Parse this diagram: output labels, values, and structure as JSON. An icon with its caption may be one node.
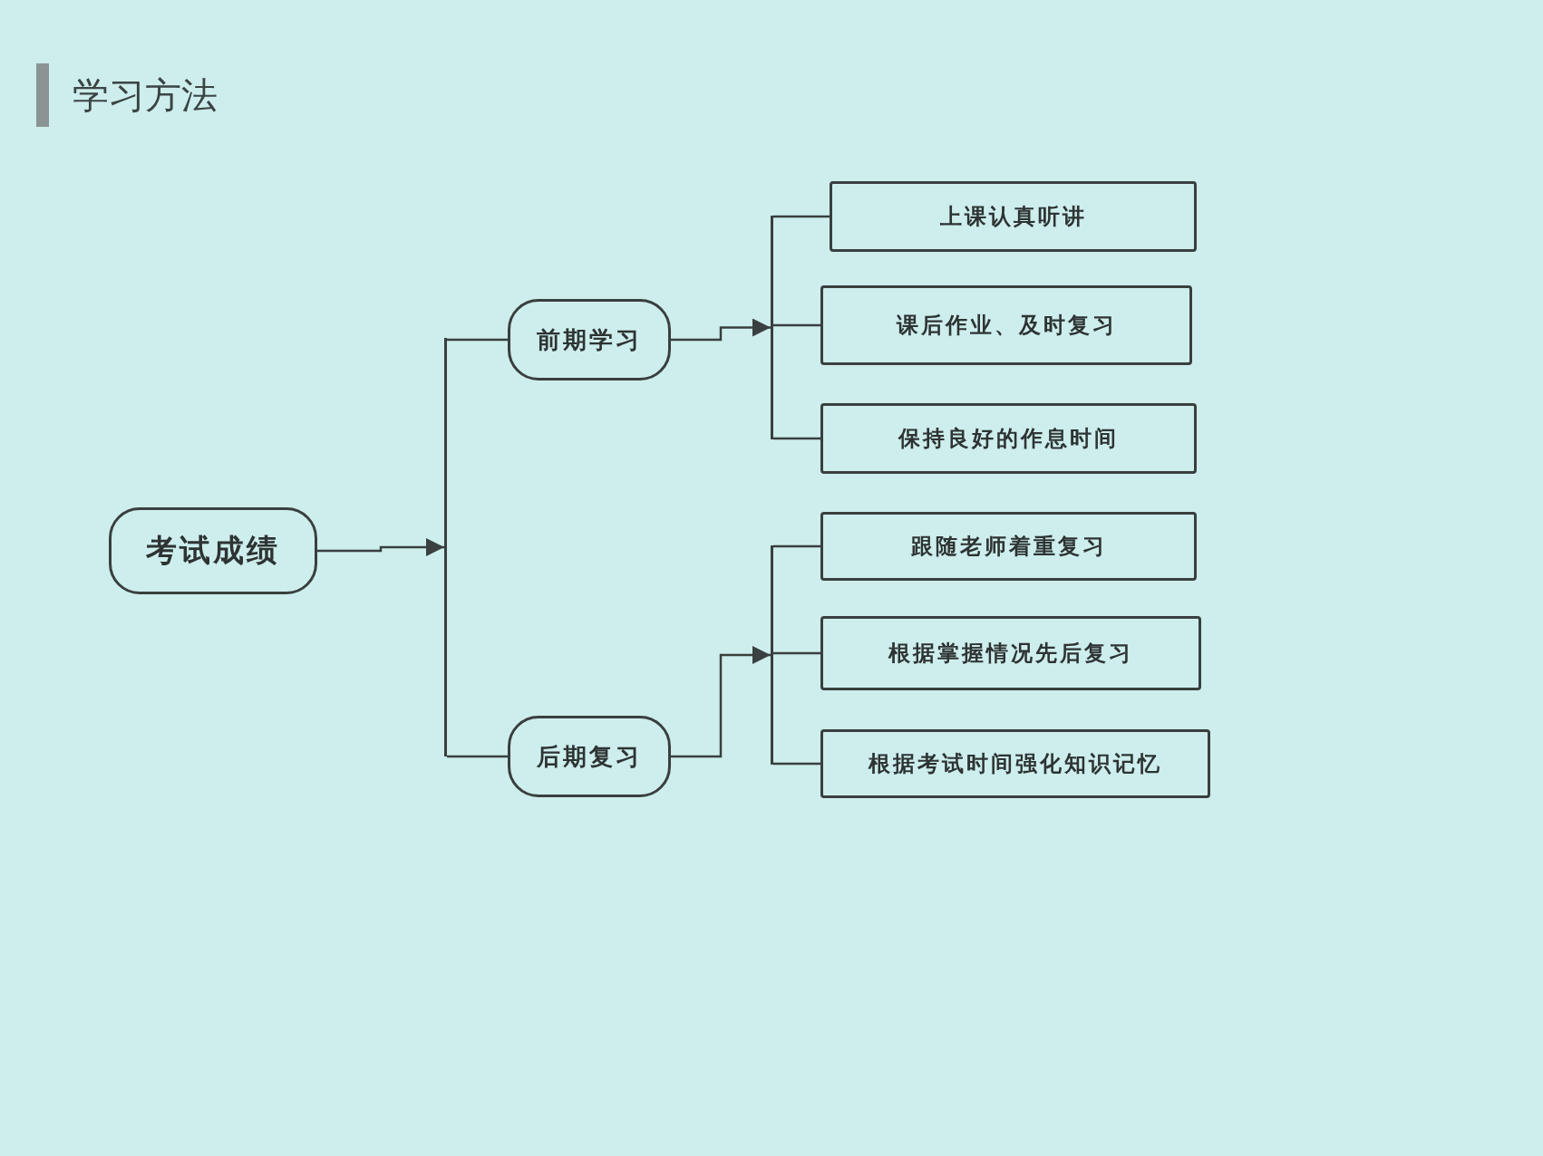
{
  "diagram": {
    "title": "学习方法",
    "nodes": [
      {
        "text": [
          "考试成绩"
        ]
      },
      {
        "text": [],
        "shape": "bar"
      },
      {
        "text": [
          "前期学习"
        ]
      },
      {
        "text": [
          "后期复习"
        ]
      },
      {
        "text": [],
        "shape": "bar"
      },
      {
        "text": [
          "上课认真听讲"
        ]
      },
      {
        "text": [
          "课后作业、及时复习"
        ]
      },
      {
        "text": [
          "保持良好的作息时间"
        ]
      },
      {
        "text": [],
        "shape": "bar"
      },
      {
        "text": [
          "跟随老师着重复习"
        ]
      },
      {
        "text": [
          "根据掌握情况先后复习"
        ]
      },
      {
        "text": [
          "根据考试时间强化知识记忆"
        ]
      }
    ],
    "edges": [
      {
        "from": 0,
        "to": 1,
        "arrow": "to"
      },
      {
        "from": 1,
        "to": 2,
        "arrow": "none"
      },
      {
        "from": 1,
        "to": 3,
        "arrow": "none"
      },
      {
        "from": 2,
        "to": 4,
        "arrow": "to"
      },
      {
        "from": 4,
        "to": 5,
        "arrow": "none"
      },
      {
        "from": 4,
        "to": 6,
        "arrow": "none"
      },
      {
        "from": 4,
        "to": 7,
        "arrow": "none"
      },
      {
        "from": 3,
        "to": 8,
        "arrow": "to"
      },
      {
        "from": 8,
        "to": 9,
        "arrow": "none"
      },
      {
        "from": 8,
        "to": 10,
        "arrow": "none"
      },
      {
        "from": 8,
        "to": 11,
        "arrow": "none"
      }
    ]
  }
}
